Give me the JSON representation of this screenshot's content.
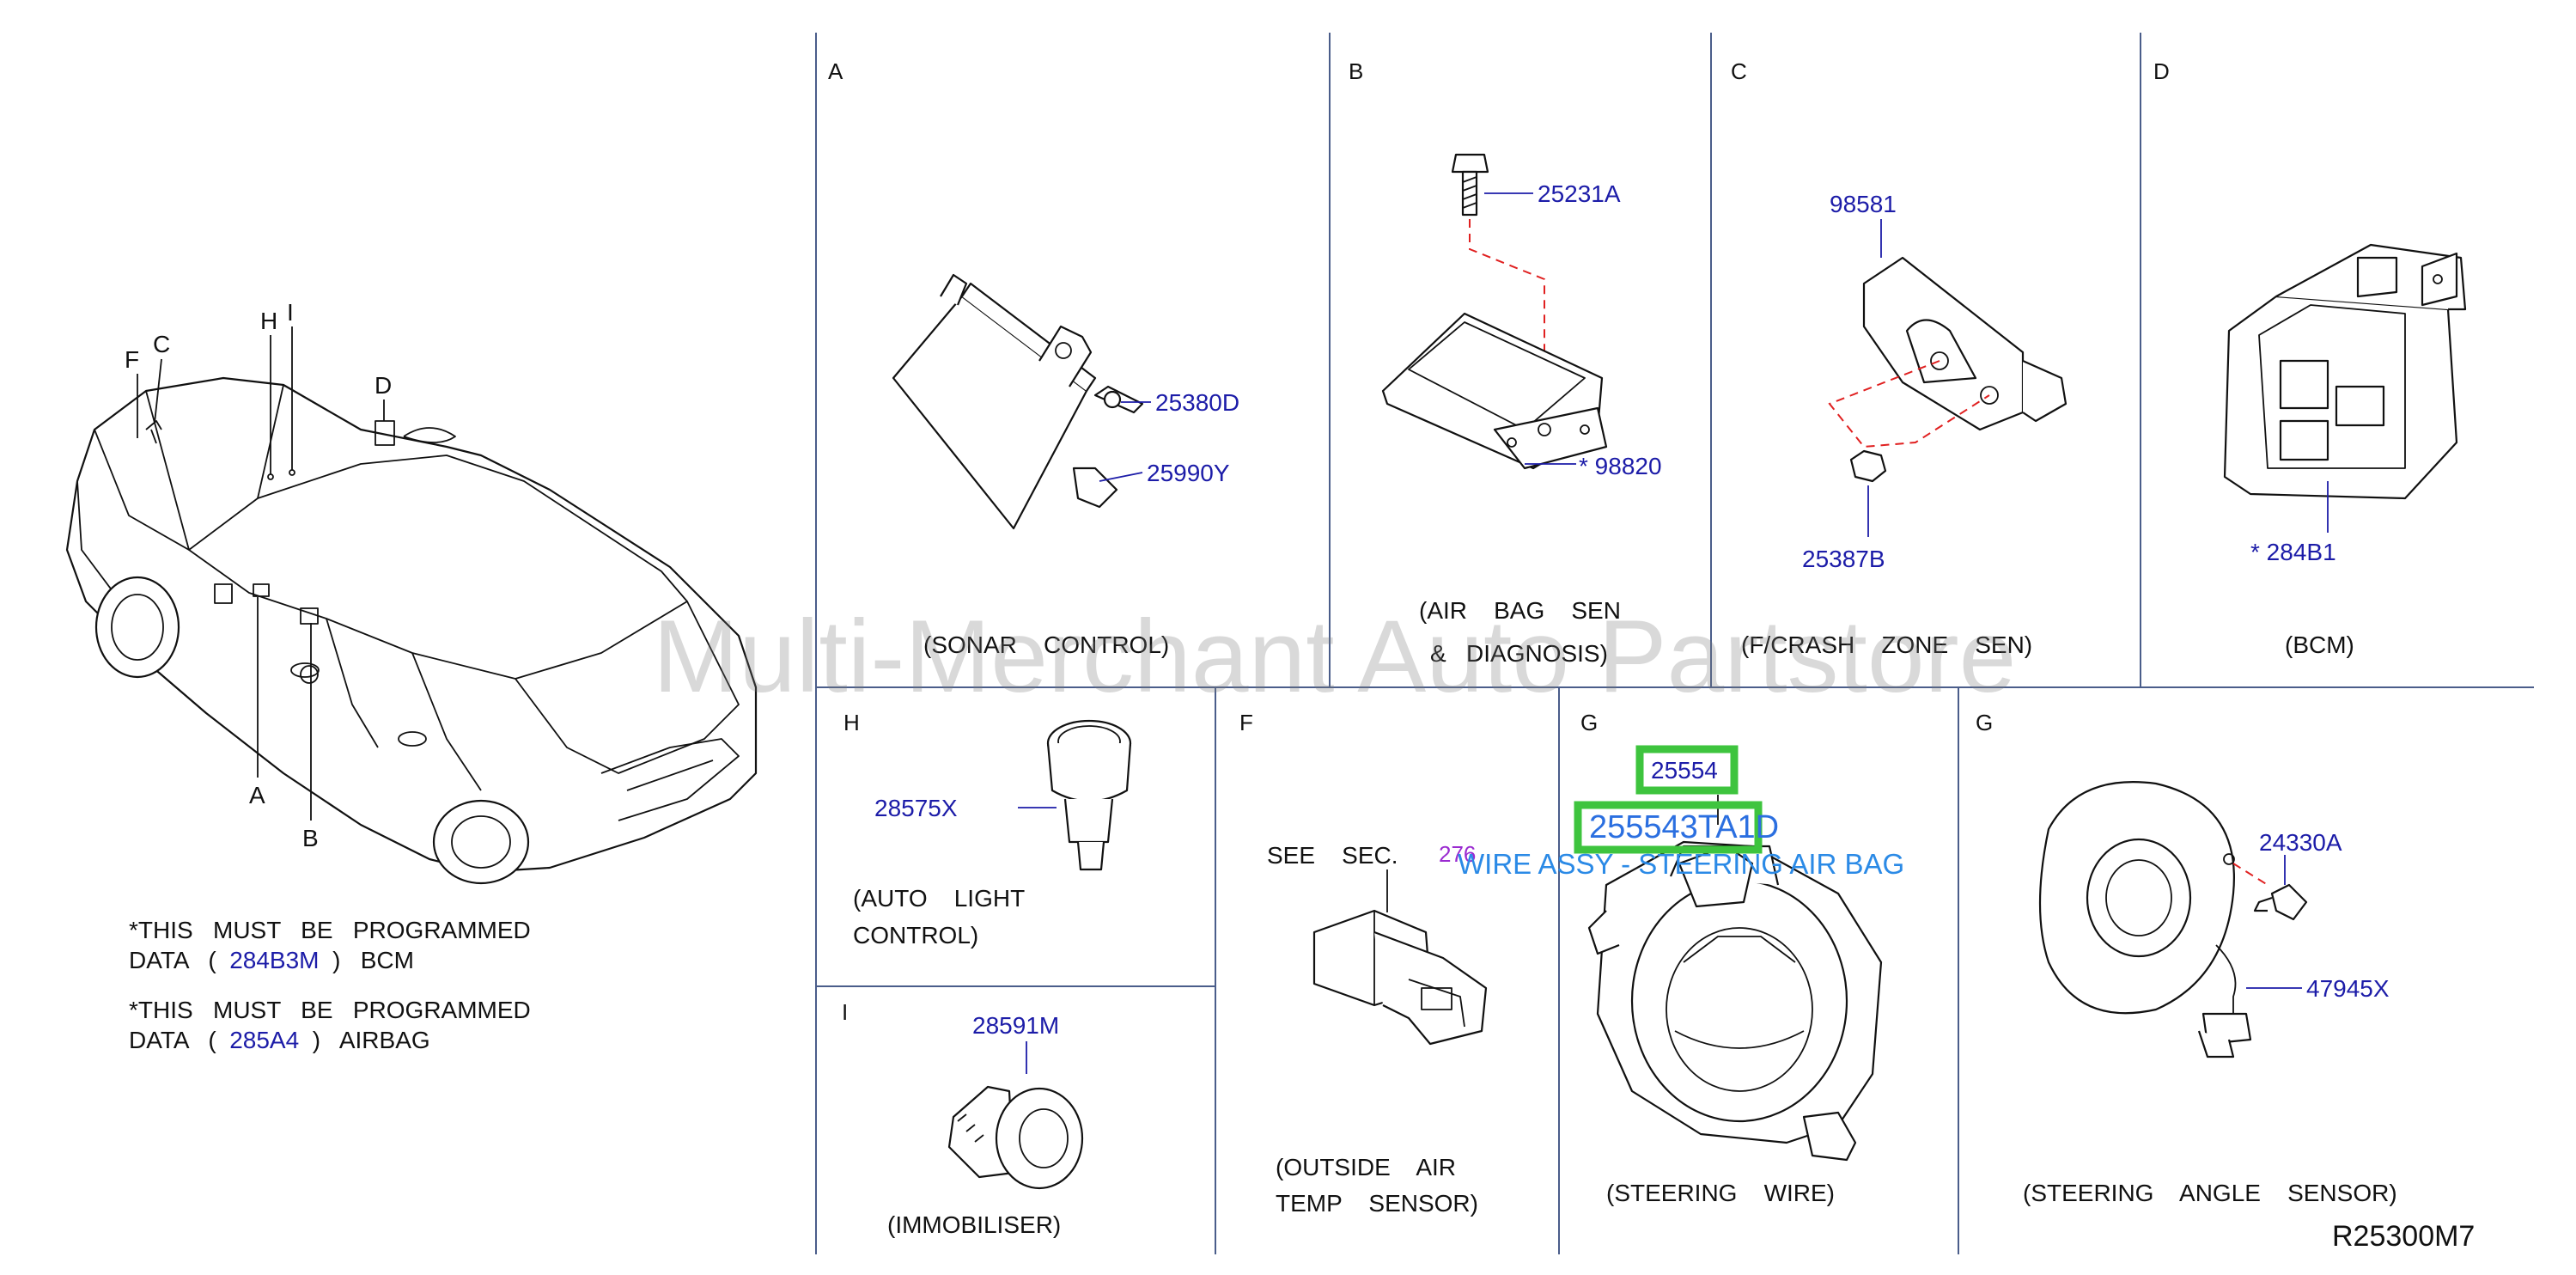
{
  "watermark": "Multi-Merchant Auto Partstore",
  "diagram_ref": "R25300M7",
  "vehicle_callouts": [
    "F",
    "C",
    "H",
    "I",
    "D",
    "A",
    "B"
  ],
  "notes": [
    {
      "line1": "*THIS   MUST   BE   PROGRAMMED",
      "pre": "DATA   (",
      "code": "284B3M",
      "post": ")   BCM"
    },
    {
      "line1": "*THIS   MUST   BE   PROGRAMMED",
      "pre": "DATA   (",
      "code": "285A4",
      "post": ")   AIRBAG"
    }
  ],
  "panels": {
    "A": {
      "letter": "A",
      "caption": "(SONAR    CONTROL)",
      "parts": [
        "25380D",
        "25990Y"
      ]
    },
    "B": {
      "letter": "B",
      "caption1": "(AIR    BAG    SEN",
      "caption2": "&   DIAGNOSIS)",
      "parts": [
        "25231A"
      ],
      "starred_part": "* 98820"
    },
    "C": {
      "letter": "C",
      "caption": "(F/CRASH    ZONE    SEN)",
      "parts": [
        "98581",
        "25387B"
      ]
    },
    "D": {
      "letter": "D",
      "caption": "(BCM)",
      "starred_part": "* 284B1"
    },
    "H": {
      "letter": "H",
      "caption1": "(AUTO    LIGHT",
      "caption2": "CONTROL)",
      "parts": [
        "28575X"
      ]
    },
    "I": {
      "letter": "I",
      "caption": "(IMMOBILISER)",
      "parts": [
        "28591M"
      ]
    },
    "F": {
      "letter": "F",
      "see_sec": "SEE    SEC.",
      "sec_no": "276",
      "caption1": "(OUTSIDE    AIR",
      "caption2": "TEMP    SENSOR)"
    },
    "G1": {
      "letter": "G",
      "caption": "(STEERING    WIRE)",
      "parts": [
        "25554"
      ],
      "highlight_part": "255543TA1D",
      "tooltip": "WIRE ASSY - STEERING AIR BAG"
    },
    "G2": {
      "letter": "G",
      "caption": "(STEERING    ANGLE    SENSOR)",
      "parts": [
        "24330A",
        "47945X"
      ]
    }
  },
  "colors": {
    "part_number": "#1c1ca8",
    "highlight_box": "#3ec43e",
    "leader_dash": "#e02020",
    "divider": "#4a5d8a",
    "tooltip": "#2b8ae6"
  }
}
